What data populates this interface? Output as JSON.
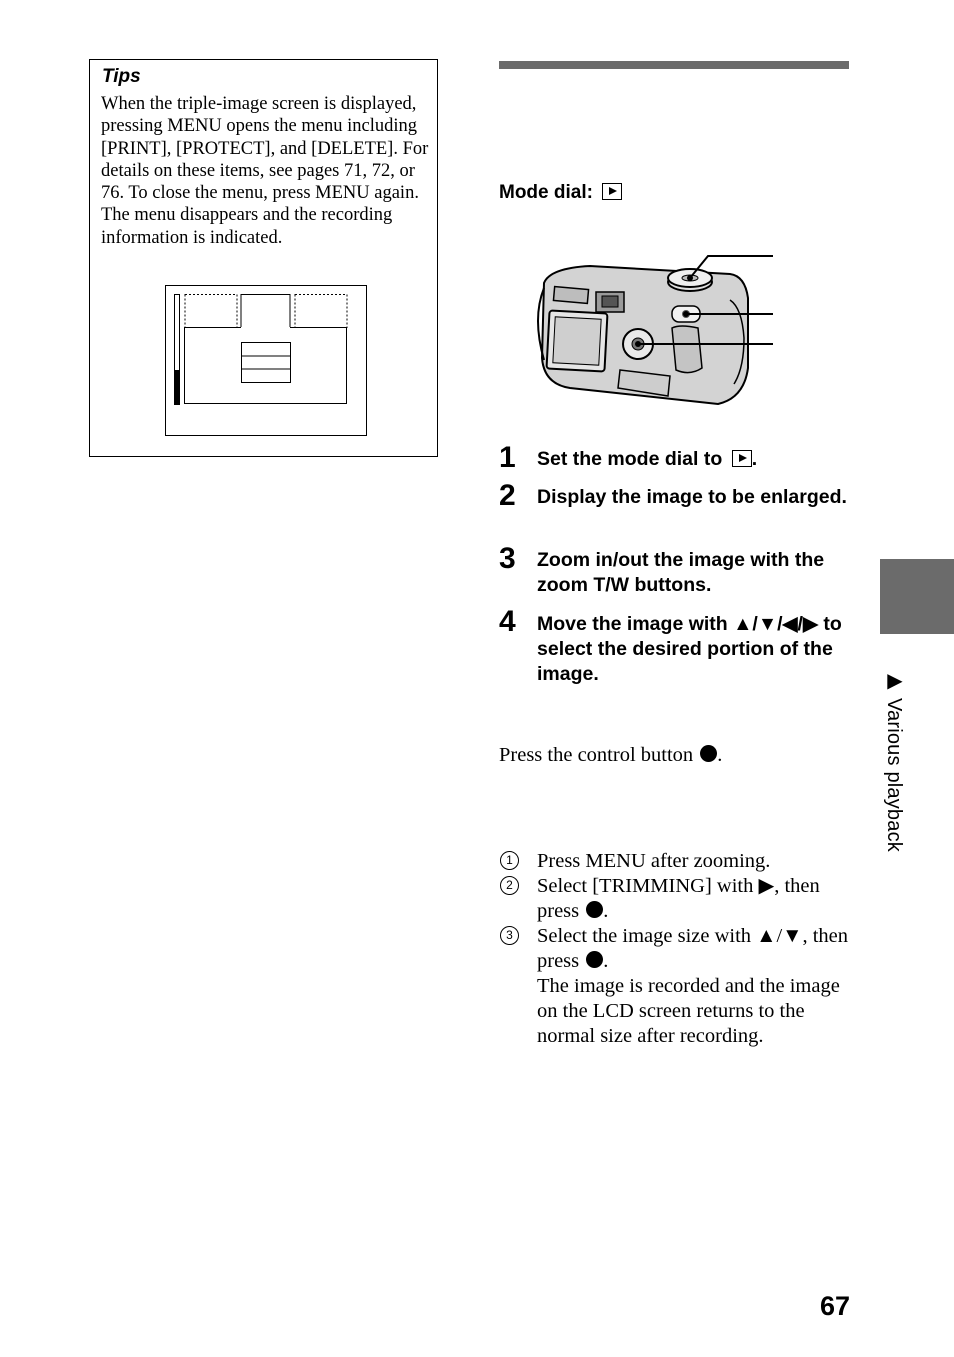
{
  "tips": {
    "title": "Tips",
    "body": "When the triple-image screen is displayed, pressing MENU opens the menu including [PRINT], [PROTECT], and [DELETE]. For details on these items, see pages 71, 72, or 76. To close the menu, press MENU again. The menu disappears and the recording information is indicated."
  },
  "mode_dial": {
    "label": "Mode dial:",
    "icon": "play-icon"
  },
  "steps": [
    {
      "num": "1",
      "text": "Set the mode dial to",
      "suffix": "."
    },
    {
      "num": "2",
      "text": "Display the image to be enlarged."
    },
    {
      "num": "3",
      "text": "Zoom in/out the image with the zoom T/W buttons."
    },
    {
      "num": "4",
      "text": "Move the image with ▲/▼/◀/▶ to select the desired portion of the image."
    }
  ],
  "press_control": {
    "text": "Press the control button",
    "suffix": "."
  },
  "substeps": [
    {
      "num": "1",
      "text": "Press MENU after zooming."
    },
    {
      "num": "2",
      "text": "Select [TRIMMING] with ▶, then press",
      "suffix": "."
    },
    {
      "num": "3",
      "text": "Select the image size with ▲/▼, then press",
      "suffix": ".",
      "note": "The image is recorded and the image on the LCD screen returns to the normal size after recording."
    }
  ],
  "side_tab": {
    "label": "▶ Various playback"
  },
  "page_number": "67"
}
